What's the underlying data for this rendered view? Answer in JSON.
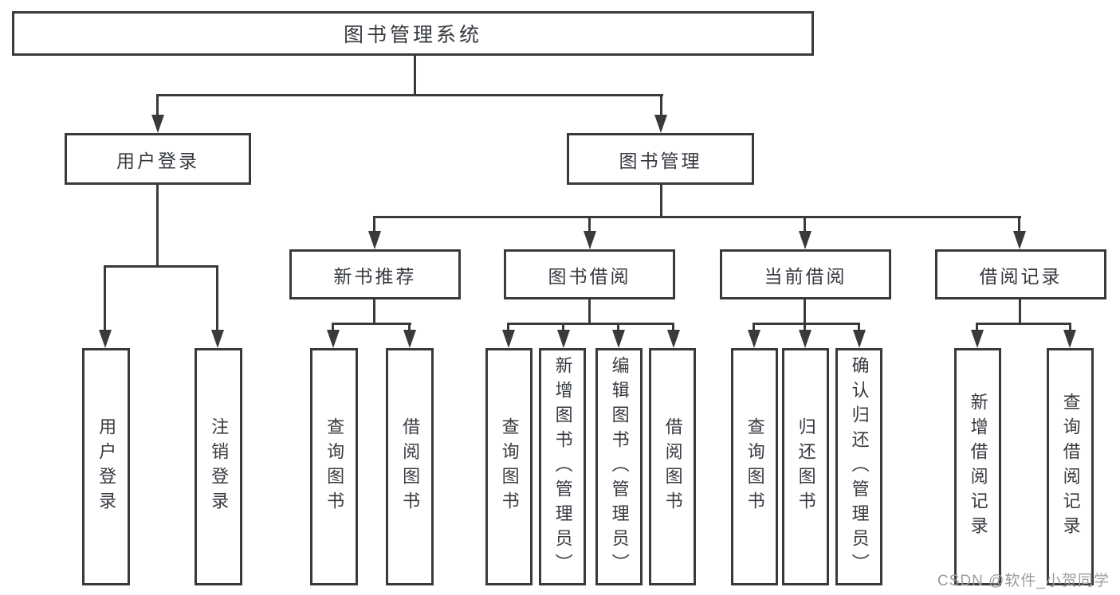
{
  "title": "图书管理系统",
  "watermark": "CSDN @软件_小贺同学",
  "colors": {
    "line": "#3a3a3a",
    "text": "#363a40",
    "watermark": "#9c9c9c",
    "background": "#ffffff"
  },
  "nodes": {
    "root": {
      "label": "图书管理系统"
    },
    "userLogin": {
      "label": "用户登录"
    },
    "bookMgmt": {
      "label": "图书管理"
    },
    "newBooks": {
      "label": "新书推荐"
    },
    "bookBorrow": {
      "label": "图书借阅"
    },
    "currentBorrow": {
      "label": "当前借阅"
    },
    "borrowRecords": {
      "label": "借阅记录"
    },
    "loginLeaf": {
      "label": "用户登录"
    },
    "logoutLeaf": {
      "label": "注销登录"
    },
    "nbQuery": {
      "label": "查询图书"
    },
    "nbBorrow": {
      "label": "借阅图书"
    },
    "bbQuery": {
      "label": "查询图书"
    },
    "bbAdd": {
      "label": "新增图书（管理员）"
    },
    "bbEdit": {
      "label": "编辑图书（管理员）"
    },
    "bbBorrow": {
      "label": "借阅图书"
    },
    "cbQuery": {
      "label": "查询图书"
    },
    "cbReturn": {
      "label": "归还图书"
    },
    "cbConfirm": {
      "label": "确认归还（管理员）"
    },
    "brAdd": {
      "label": "新增借阅记录"
    },
    "brQuery": {
      "label": "查询借阅记录"
    }
  },
  "hierarchy": [
    {
      "parent": "图书管理系统",
      "children": [
        "用户登录",
        "图书管理"
      ]
    },
    {
      "parent": "用户登录",
      "children": [
        "用户登录",
        "注销登录"
      ]
    },
    {
      "parent": "图书管理",
      "children": [
        "新书推荐",
        "图书借阅",
        "当前借阅",
        "借阅记录"
      ]
    },
    {
      "parent": "新书推荐",
      "children": [
        "查询图书",
        "借阅图书"
      ]
    },
    {
      "parent": "图书借阅",
      "children": [
        "查询图书",
        "新增图书（管理员）",
        "编辑图书（管理员）",
        "借阅图书"
      ]
    },
    {
      "parent": "当前借阅",
      "children": [
        "查询图书",
        "归还图书",
        "确认归还（管理员）"
      ]
    },
    {
      "parent": "借阅记录",
      "children": [
        "新增借阅记录",
        "查询借阅记录"
      ]
    }
  ]
}
